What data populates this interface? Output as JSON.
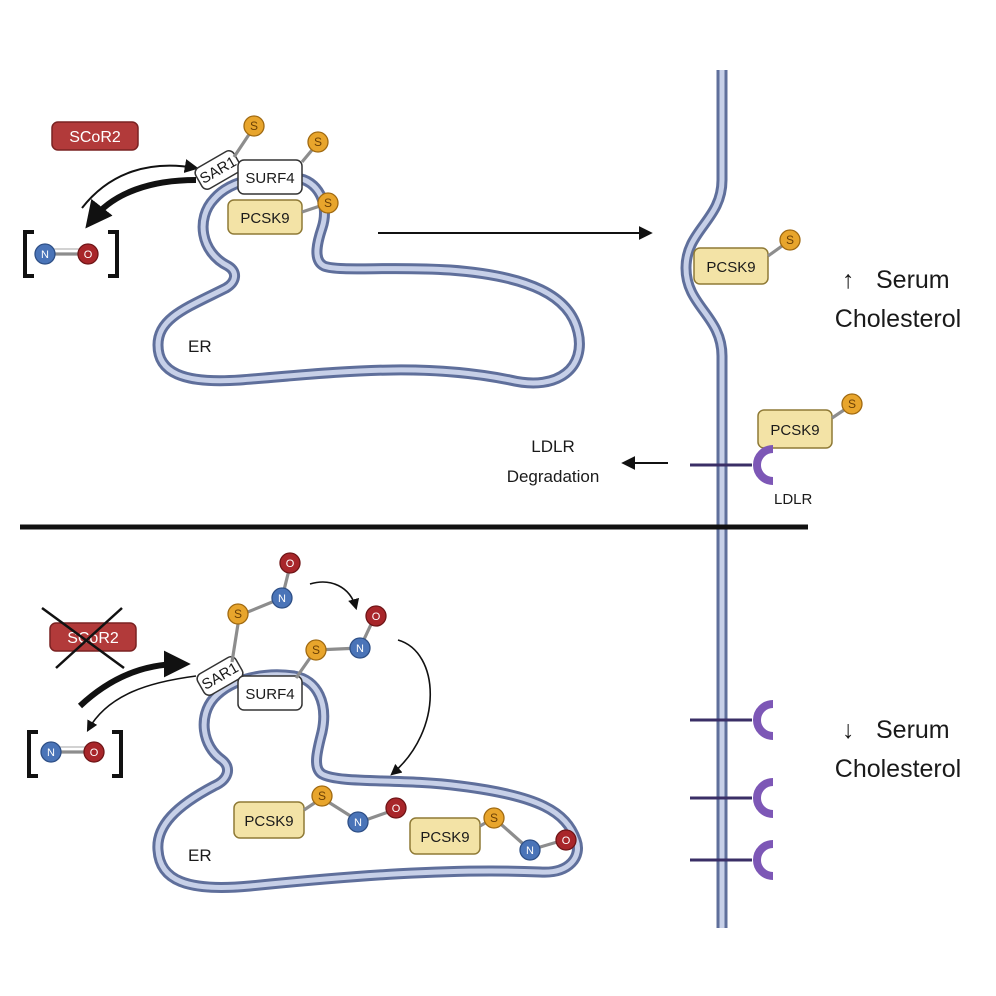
{
  "colors": {
    "membrane": "#5f6f9b",
    "protein_box": "#f3e3a6",
    "scor2_badge": "#b23a3a",
    "sulfur": "#e8a52c",
    "nitrogen": "#4a74b8",
    "oxygen": "#a8262a",
    "ldlr": "#7d57b6"
  },
  "top_panel": {
    "scor2": "SCoR2",
    "sar1": "SAR1",
    "surf4": "SURF4",
    "pcsk9": "PCSK9",
    "er": "ER",
    "sulfur": "S",
    "nitrogen": "N",
    "oxygen": "O",
    "secreted_pcsk9": "PCSK9",
    "bound_pcsk9": "PCSK9",
    "ldlr_label": "LDLR",
    "ldlr_degradation_line1": "LDLR",
    "ldlr_degradation_line2": "Degradation",
    "outcome_arrow": "↑",
    "outcome_line1": "Serum",
    "outcome_line2": "Cholesterol"
  },
  "bottom_panel": {
    "scor2": "SCoR2",
    "sar1": "SAR1",
    "surf4": "SURF4",
    "pcsk9_a": "PCSK9",
    "pcsk9_b": "PCSK9",
    "er": "ER",
    "sulfur": "S",
    "nitrogen": "N",
    "oxygen": "O",
    "outcome_arrow": "↓",
    "outcome_line1": "Serum",
    "outcome_line2": "Cholesterol"
  }
}
